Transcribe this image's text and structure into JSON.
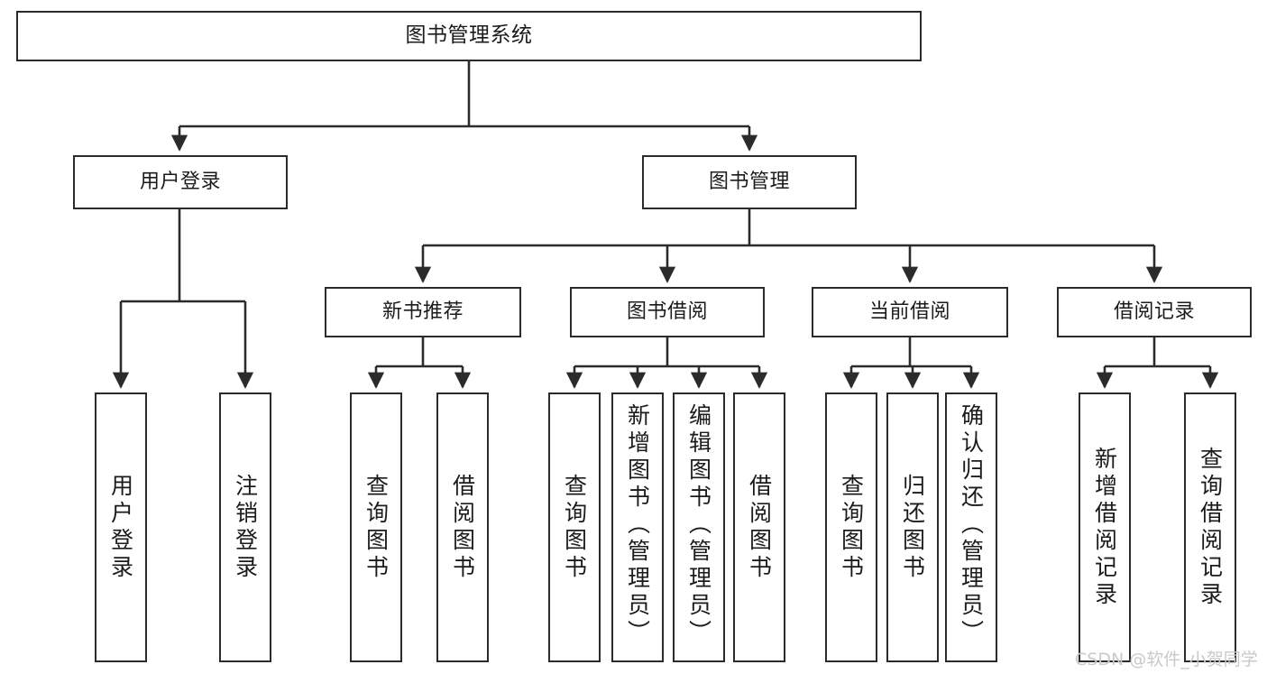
{
  "diagram": {
    "type": "tree-hierarchy",
    "title": "图书管理系统",
    "watermark": "CSDN @软件_小贺同学",
    "colors": {
      "box_border": "#2b2b2b",
      "box_fill": "#ffffff",
      "connector": "#2b2b2b",
      "text": "#1b1b1b",
      "watermark": "#c9c9c9"
    },
    "nodes": {
      "root": {
        "label": "图书管理系统"
      },
      "level2": [
        {
          "label": "用户登录"
        },
        {
          "label": "图书管理"
        }
      ],
      "level3": [
        {
          "label": "新书推荐"
        },
        {
          "label": "图书借阅"
        },
        {
          "label": "当前借阅"
        },
        {
          "label": "借阅记录"
        }
      ],
      "leaves": {
        "user_login": [
          {
            "label": "用户登录"
          },
          {
            "label": "注销登录"
          }
        ],
        "new_book_recommend": [
          {
            "label": "查询图书"
          },
          {
            "label": "借阅图书"
          }
        ],
        "book_borrow": [
          {
            "label": "查询图书"
          },
          {
            "label": "新增图书（管理员）"
          },
          {
            "label": "编辑图书（管理员）"
          },
          {
            "label": "借阅图书"
          }
        ],
        "current_borrow": [
          {
            "label": "查询图书"
          },
          {
            "label": "归还图书"
          },
          {
            "label": "确认归还（管理员）"
          }
        ],
        "borrow_record": [
          {
            "label": "新增借阅记录"
          },
          {
            "label": "查询借阅记录"
          }
        ]
      }
    }
  }
}
